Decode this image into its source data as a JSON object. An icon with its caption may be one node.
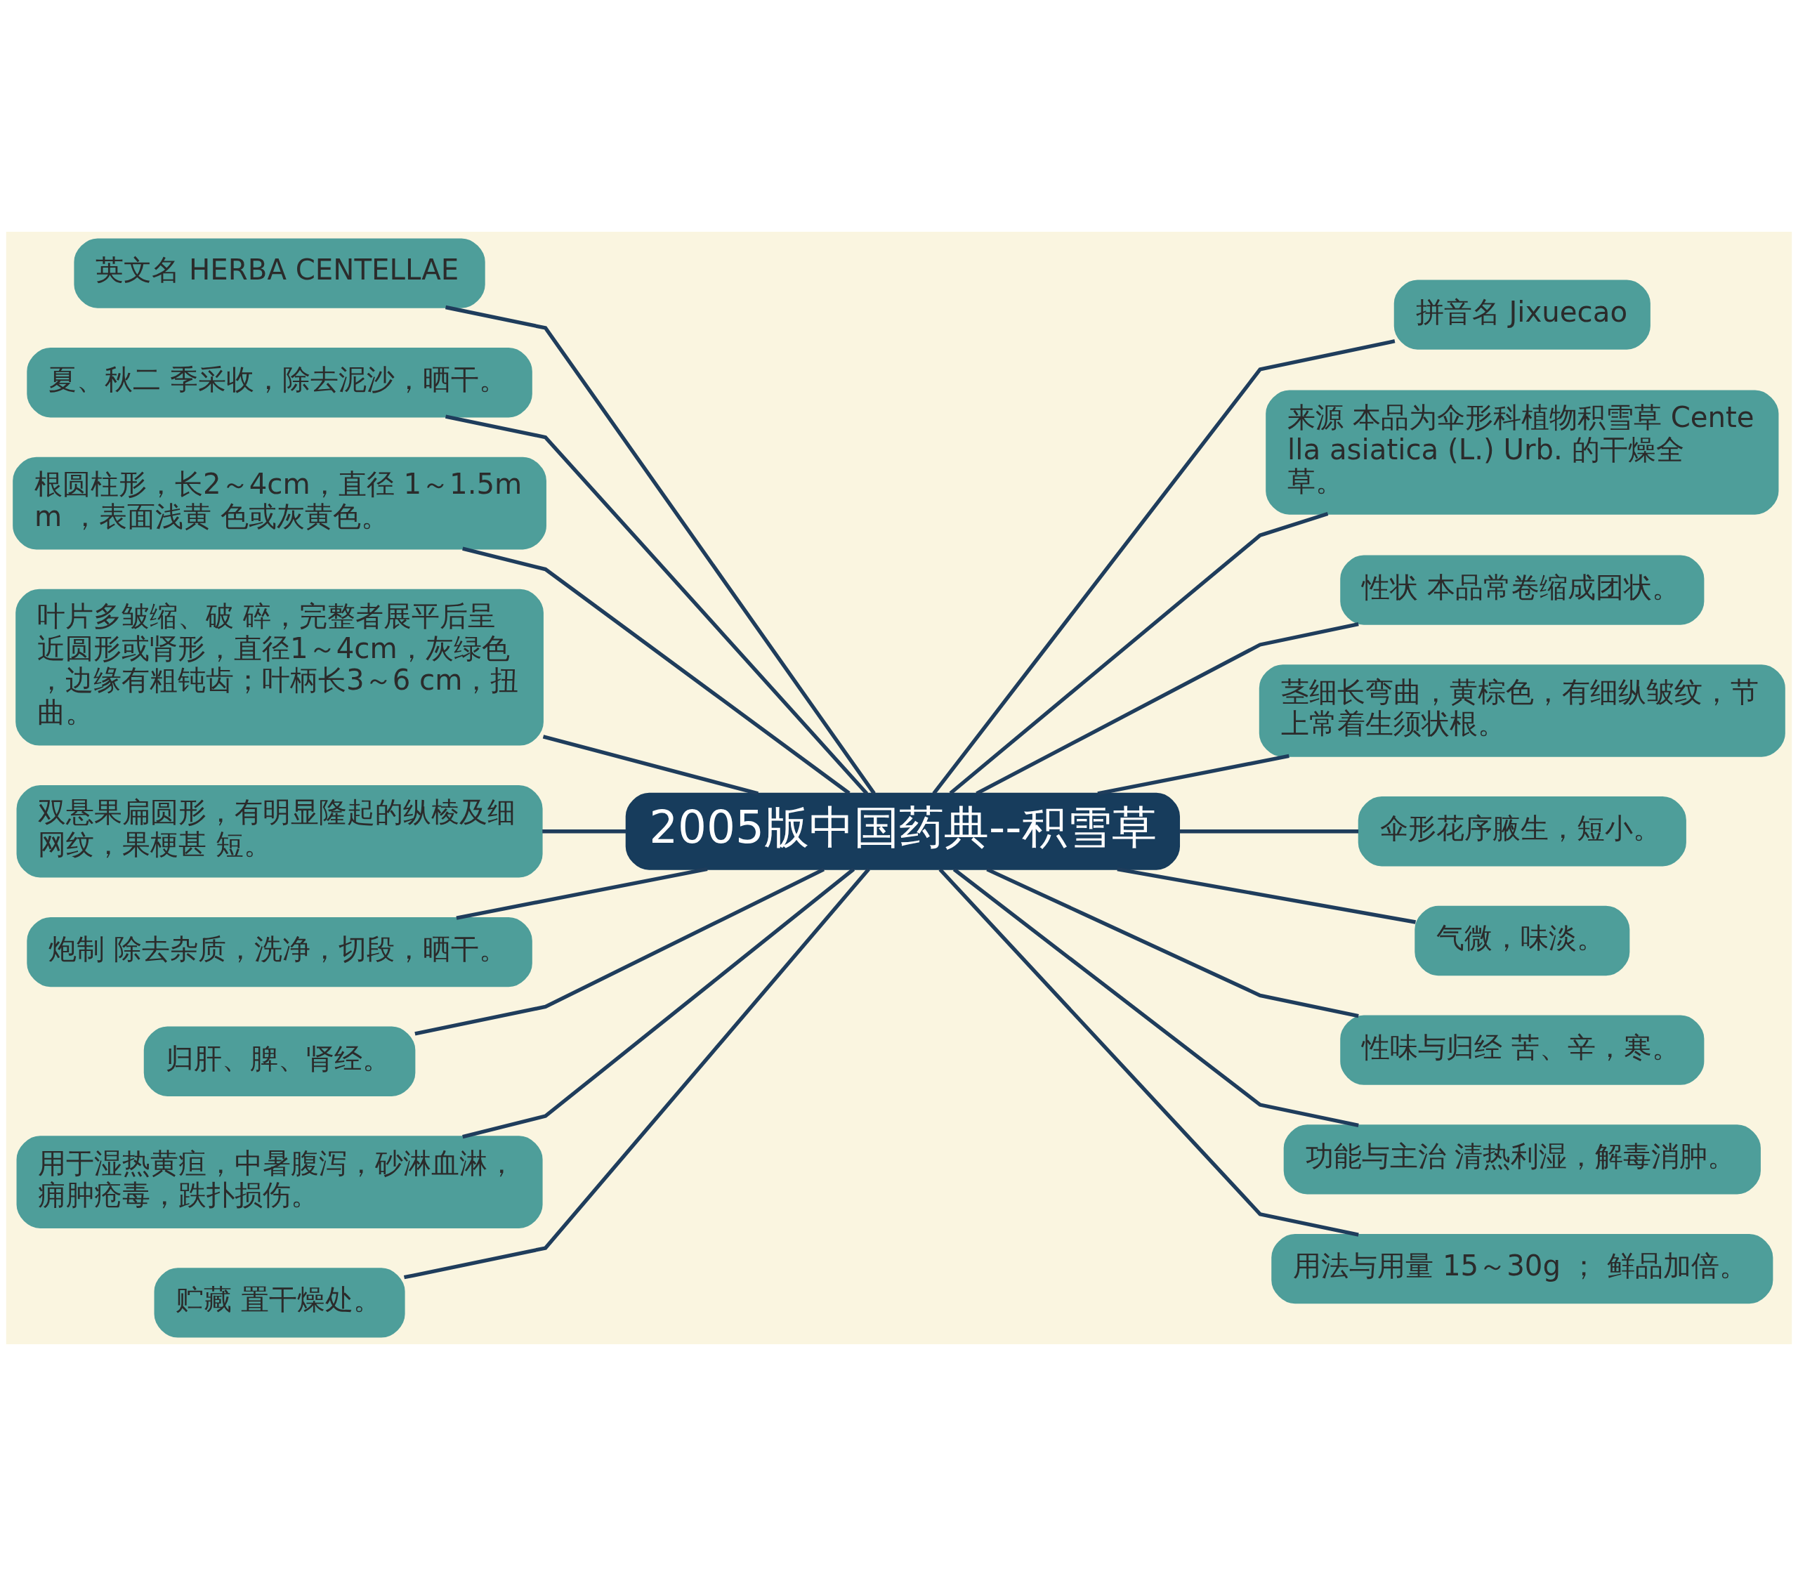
{
  "diagram": {
    "nodes": [
      {
        "text": [
          "2005版中国药典--积雪草"
        ]
      },
      {
        "text": [
          "英文名 HERBA CENTELLAE"
        ]
      },
      {
        "text": [
          "夏、秋二 季采收，除去泥沙，晒干。"
        ]
      },
      {
        "text": [
          "根圆柱形，长2～4cm，直径 1～1.5mm ，表面浅黄 色或灰黄色。"
        ]
      },
      {
        "text": [
          "叶片多皱缩、破 碎，完整者展平后呈近圆形或肾形，直径1～4cm，灰绿色，边缘有粗钝齿；叶柄长3～6 cm，扭曲。"
        ]
      },
      {
        "text": [
          "双悬果扁圆形，有明显隆起的纵棱及细网纹，果梗甚 短。"
        ]
      },
      {
        "text": [
          "炮制 除去杂质，洗净，切段，晒干。"
        ]
      },
      {
        "text": [
          "归肝、脾、肾经。"
        ]
      },
      {
        "text": [
          "用于湿热黄疸，中暑腹泻，砂淋血淋，痈肿疮毒，跌扑损伤。"
        ]
      },
      {
        "text": [
          "贮藏 置干燥处。"
        ]
      },
      {
        "text": [
          "拼音名 Jixuecao"
        ]
      },
      {
        "text": [
          "来源 本品为伞形科植物积雪草 Centella asiatica (L.) Urb. 的干燥全草。"
        ]
      },
      {
        "text": [
          "性状 本品常卷缩成团状。"
        ]
      },
      {
        "text": [
          "茎细长弯曲，黄棕色，有细纵皱纹，节上常着生须状根。"
        ]
      },
      {
        "text": [
          "伞形花序腋生，短小。"
        ]
      },
      {
        "text": [
          "气微，味淡。"
        ]
      },
      {
        "text": [
          "性味与归经 苦、辛，寒。"
        ]
      },
      {
        "text": [
          "功能与主治 清热利湿，解毒消肿。"
        ]
      },
      {
        "text": [
          "用法与用量 15～30g ； 鲜品加倍。"
        ]
      }
    ],
    "edges": [
      {
        "from": 0,
        "to": 1,
        "arrow": "none"
      },
      {
        "from": 0,
        "to": 2,
        "arrow": "none"
      },
      {
        "from": 0,
        "to": 3,
        "arrow": "none"
      },
      {
        "from": 0,
        "to": 4,
        "arrow": "none"
      },
      {
        "from": 0,
        "to": 5,
        "arrow": "none"
      },
      {
        "from": 0,
        "to": 6,
        "arrow": "none"
      },
      {
        "from": 0,
        "to": 7,
        "arrow": "none"
      },
      {
        "from": 0,
        "to": 8,
        "arrow": "none"
      },
      {
        "from": 0,
        "to": 9,
        "arrow": "none"
      },
      {
        "from": 0,
        "to": 10,
        "arrow": "none"
      },
      {
        "from": 0,
        "to": 11,
        "arrow": "none"
      },
      {
        "from": 0,
        "to": 12,
        "arrow": "none"
      },
      {
        "from": 0,
        "to": 13,
        "arrow": "none"
      },
      {
        "from": 0,
        "to": 14,
        "arrow": "none"
      },
      {
        "from": 0,
        "to": 15,
        "arrow": "none"
      },
      {
        "from": 0,
        "to": 16,
        "arrow": "none"
      },
      {
        "from": 0,
        "to": 17,
        "arrow": "none"
      },
      {
        "from": 0,
        "to": 18,
        "arrow": "none"
      }
    ]
  }
}
